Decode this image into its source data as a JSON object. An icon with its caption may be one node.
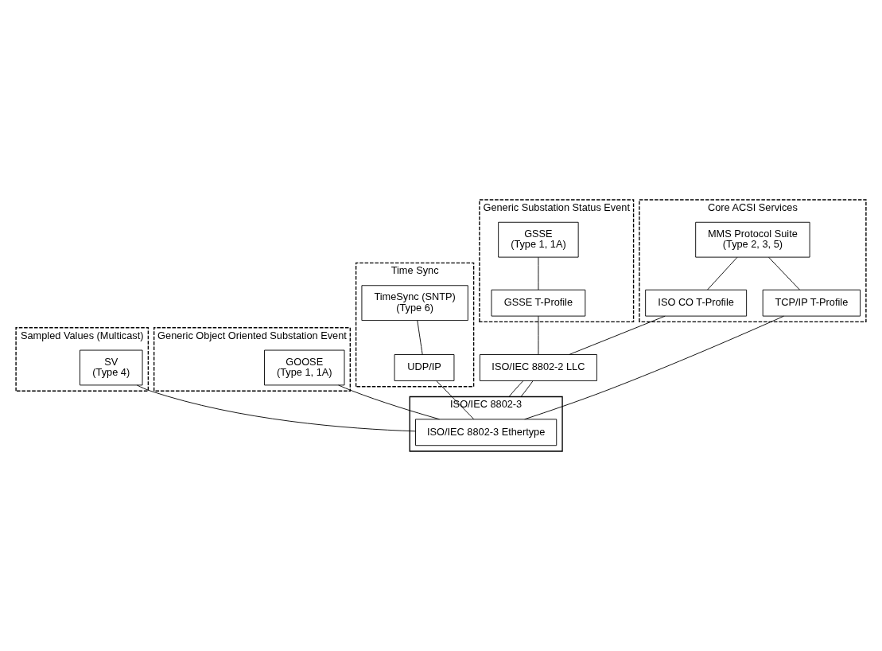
{
  "diagram": {
    "nodes": [
      {
        "text": [
          "Sampled Values (Multicast)"
        ]
      },
      {
        "text": [
          "SV",
          "(Type 4)"
        ],
        "in": 0
      },
      {
        "text": [
          "Generic Object Oriented Substation Event"
        ]
      },
      {
        "text": [
          "GOOSE",
          "(Type 1, 1A)"
        ],
        "in": 2
      },
      {
        "text": [
          "Time Sync"
        ]
      },
      {
        "text": [
          "TimeSync (SNTP)",
          "(Type 6)"
        ],
        "in": 4
      },
      {
        "text": [
          "UDP/IP"
        ],
        "in": 4
      },
      {
        "text": [
          "Core ACSI Services"
        ]
      },
      {
        "text": [
          "MMS Protocol Suite",
          "(Type 2, 3, 5)"
        ],
        "in": 7
      },
      {
        "text": [
          "TCP/IP T-Profile"
        ],
        "in": 7
      },
      {
        "text": [
          "ISO CO T-Profile"
        ],
        "in": 7
      },
      {
        "text": [
          "Generic Substation Status Event"
        ]
      },
      {
        "text": [
          "GSSE",
          "(Type 1, 1A)"
        ],
        "in": 11
      },
      {
        "text": [
          "GSSE T-Profile"
        ],
        "in": 11
      },
      {
        "text": [
          "ISO/IEC 8802-2 LLC"
        ]
      },
      {
        "text": [
          "ISO/IEC 8802-3"
        ]
      },
      {
        "text": [
          "ISO/IEC 8802-3 Ethertype"
        ],
        "in": 15
      }
    ],
    "edges": [
      {
        "from": 1,
        "to": 16,
        "arrow": "none"
      },
      {
        "from": 3,
        "to": 16,
        "arrow": "none"
      },
      {
        "from": 5,
        "to": 6,
        "arrow": "none"
      },
      {
        "from": 6,
        "to": 16,
        "arrow": "none"
      },
      {
        "from": 8,
        "to": 9,
        "arrow": "none"
      },
      {
        "from": 8,
        "to": 10,
        "arrow": "none"
      },
      {
        "from": 9,
        "to": 16,
        "arrow": "none"
      },
      {
        "from": 10,
        "to": 14,
        "arrow": "none"
      },
      {
        "from": 12,
        "to": 13,
        "arrow": "none"
      },
      {
        "from": 13,
        "to": 14,
        "arrow": "none"
      },
      {
        "from": 14,
        "to": 15,
        "arrow": "none"
      },
      {
        "from": 14,
        "to": 15,
        "arrow": "none"
      }
    ]
  }
}
